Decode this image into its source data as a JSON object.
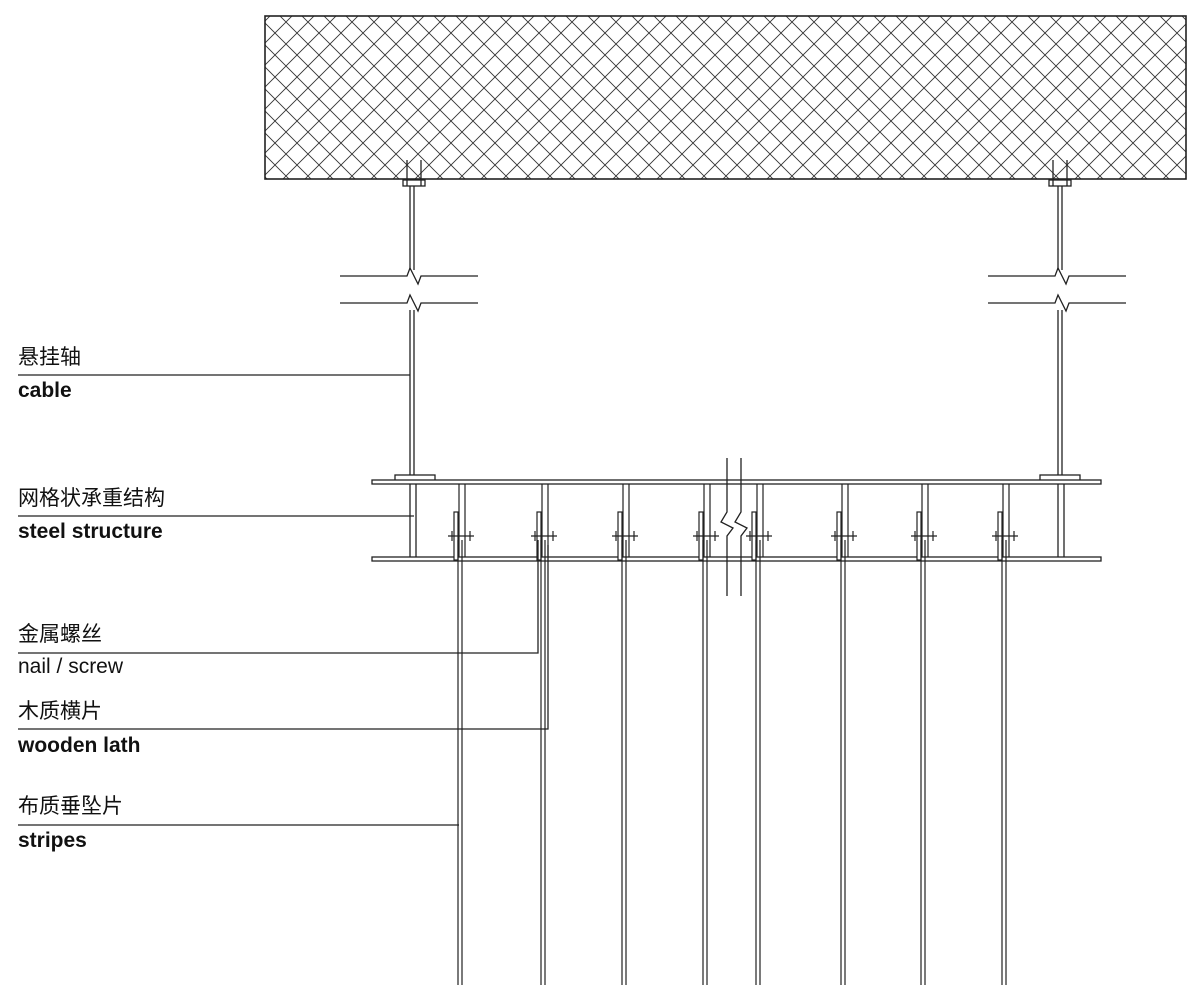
{
  "labels": {
    "cable_zh": "悬挂轴",
    "cable_en": "cable",
    "steel_zh": "网格状承重结构",
    "steel_en": "steel structure",
    "nail_zh": "金属螺丝",
    "nail_en": "nail / screw",
    "lath_zh": "木质横片",
    "lath_en": "wooden lath",
    "stripes_zh": "布质垂坠片",
    "stripes_en": "stripes"
  },
  "colors": {
    "line": "#222222",
    "background": "#ffffff"
  }
}
